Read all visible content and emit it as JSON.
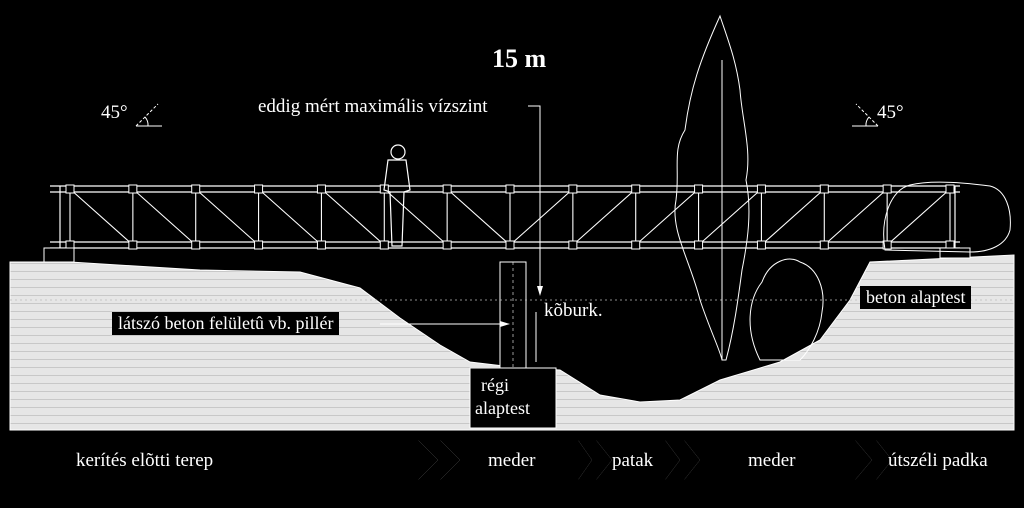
{
  "title": "15 m",
  "labels": {
    "angle_left": "45°",
    "angle_right": "45°",
    "water_level": "eddig mért maximális vízszint",
    "pillar": "látszó beton felületû vb. pillér",
    "stone": "kõburk.",
    "concrete_base": "beton alaptest",
    "old_base_line1": "régi",
    "old_base_line2": "alaptest"
  },
  "zones": [
    {
      "label": "kerítés elõtti terep"
    },
    {
      "label": "meder"
    },
    {
      "label": "patak"
    },
    {
      "label": "meder"
    },
    {
      "label": "útszéli padka"
    }
  ],
  "colors": {
    "background": "#000000",
    "ground": "#e8e8e8",
    "lines": "#ffffff"
  }
}
